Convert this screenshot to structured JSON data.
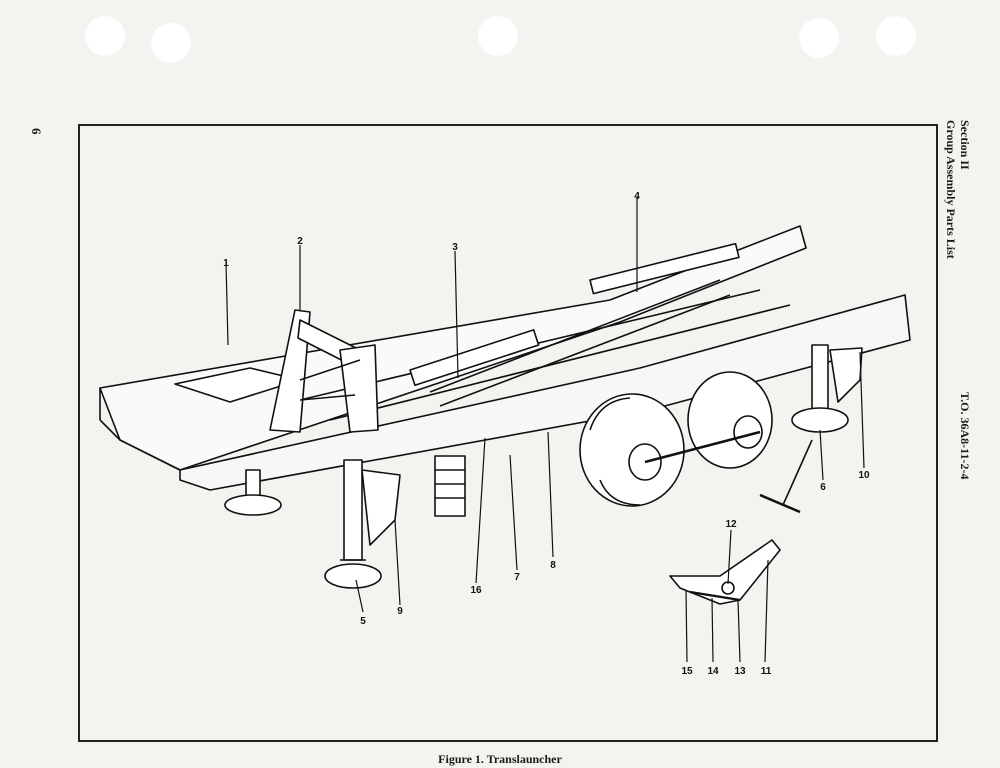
{
  "page": {
    "page_number": "6",
    "section": "Section II",
    "section_title": "Group Assembly Parts List",
    "document_id": "T.O. 36A8-11-2-4",
    "caption": "Figure 1.  Translauncher"
  },
  "illustration": {
    "callouts": [
      "1",
      "2",
      "3",
      "4",
      "5",
      "6",
      "7",
      "8",
      "9",
      "10",
      "11",
      "12",
      "13",
      "14",
      "15",
      "16"
    ]
  }
}
